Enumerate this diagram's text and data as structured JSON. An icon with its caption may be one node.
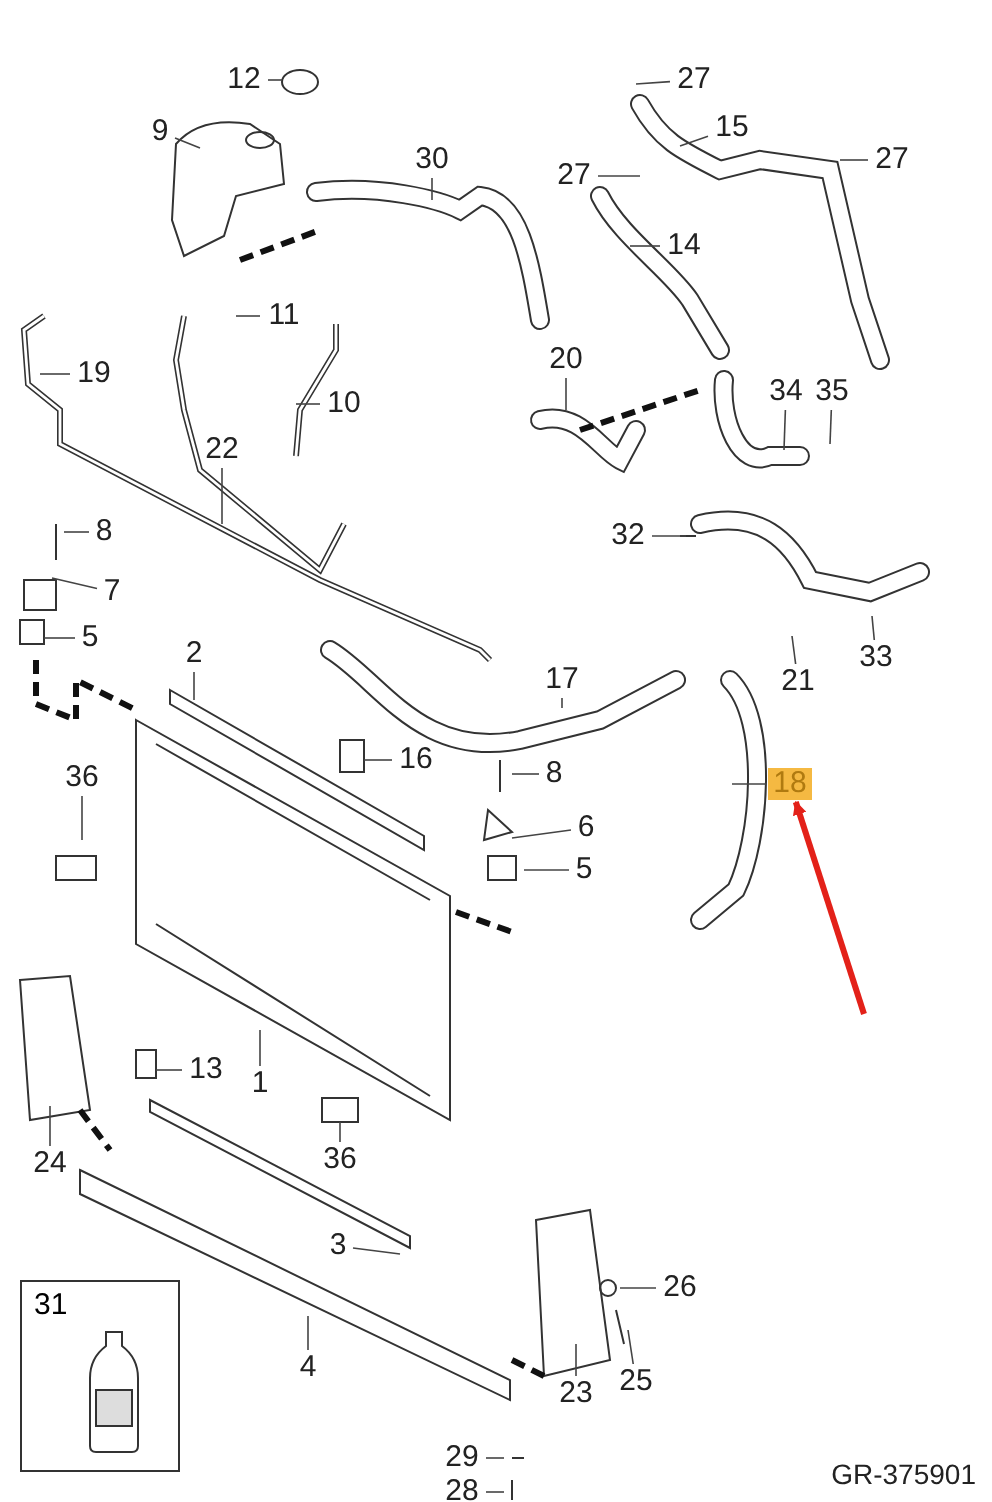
{
  "diagram": {
    "nodes": [
      {
        "text": [
          "12"
        ]
      },
      {
        "text": [
          "27"
        ]
      },
      {
        "text": [
          "9"
        ]
      },
      {
        "text": [
          "30"
        ]
      },
      {
        "text": [
          "15"
        ]
      },
      {
        "text": [
          "27"
        ]
      },
      {
        "text": [
          "27"
        ]
      },
      {
        "text": [
          "14"
        ]
      },
      {
        "text": [
          "11"
        ]
      },
      {
        "text": [
          "19"
        ]
      },
      {
        "text": [
          "20"
        ]
      },
      {
        "text": [
          "34"
        ]
      },
      {
        "text": [
          "35"
        ]
      },
      {
        "text": [
          "10"
        ]
      },
      {
        "text": [
          "22"
        ]
      },
      {
        "text": [
          "8"
        ]
      },
      {
        "text": [
          "32"
        ]
      },
      {
        "text": [
          "7"
        ]
      },
      {
        "text": [
          "5"
        ]
      },
      {
        "text": [
          "33"
        ]
      },
      {
        "text": [
          "2"
        ]
      },
      {
        "text": [
          "17"
        ]
      },
      {
        "text": [
          "21"
        ]
      },
      {
        "text": [
          "16"
        ]
      },
      {
        "text": [
          "36"
        ]
      },
      {
        "text": [
          "8"
        ]
      },
      {
        "text": [
          "18"
        ]
      },
      {
        "text": [
          "6"
        ]
      },
      {
        "text": [
          "5"
        ]
      },
      {
        "text": [
          "1"
        ]
      },
      {
        "text": [
          "13"
        ]
      },
      {
        "text": [
          "24"
        ]
      },
      {
        "text": [
          "36"
        ]
      },
      {
        "text": [
          "3"
        ]
      },
      {
        "text": [
          "31"
        ]
      },
      {
        "text": [
          "26"
        ]
      },
      {
        "text": [
          "4"
        ]
      },
      {
        "text": [
          "23"
        ]
      },
      {
        "text": [
          "25"
        ]
      },
      {
        "text": [
          "29"
        ]
      },
      {
        "text": [
          "28"
        ]
      }
    ],
    "edges": [
      {
        "from": 0,
        "to": null,
        "arrow": "none"
      },
      {
        "from": 1,
        "to": null,
        "arrow": "none"
      },
      {
        "from": 2,
        "to": null,
        "arrow": "none"
      },
      {
        "from": 3,
        "to": null,
        "arrow": "none"
      },
      {
        "from": 4,
        "to": null,
        "arrow": "none"
      },
      {
        "from": 5,
        "to": null,
        "arrow": "none"
      },
      {
        "from": 6,
        "to": null,
        "arrow": "none"
      },
      {
        "from": 7,
        "to": null,
        "arrow": "none"
      },
      {
        "from": 8,
        "to": null,
        "arrow": "none"
      },
      {
        "from": 9,
        "to": null,
        "arrow": "none"
      },
      {
        "from": 10,
        "to": null,
        "arrow": "none"
      },
      {
        "from": 11,
        "to": null,
        "arrow": "none"
      },
      {
        "from": 12,
        "to": null,
        "arrow": "none"
      },
      {
        "from": 13,
        "to": null,
        "arrow": "none"
      },
      {
        "from": 14,
        "to": null,
        "arrow": "none"
      },
      {
        "from": 15,
        "to": null,
        "arrow": "none"
      },
      {
        "from": 16,
        "to": null,
        "arrow": "none"
      },
      {
        "from": 17,
        "to": null,
        "arrow": "none"
      },
      {
        "from": 18,
        "to": null,
        "arrow": "none"
      },
      {
        "from": 19,
        "to": null,
        "arrow": "none"
      },
      {
        "from": 20,
        "to": null,
        "arrow": "none"
      },
      {
        "from": 21,
        "to": null,
        "arrow": "none"
      },
      {
        "from": 22,
        "to": null,
        "arrow": "none"
      },
      {
        "from": 23,
        "to": null,
        "arrow": "none"
      },
      {
        "from": 24,
        "to": null,
        "arrow": "none"
      },
      {
        "from": 25,
        "to": null,
        "arrow": "none"
      },
      {
        "from": 26,
        "to": null,
        "arrow": "none"
      },
      {
        "from": 27,
        "to": null,
        "arrow": "none"
      },
      {
        "from": 28,
        "to": null,
        "arrow": "none"
      },
      {
        "from": 29,
        "to": null,
        "arrow": "none"
      },
      {
        "from": 30,
        "to": null,
        "arrow": "none"
      },
      {
        "from": 31,
        "to": null,
        "arrow": "none"
      },
      {
        "from": 32,
        "to": null,
        "arrow": "none"
      },
      {
        "from": 33,
        "to": null,
        "arrow": "none"
      },
      {
        "from": 35,
        "to": null,
        "arrow": "none"
      },
      {
        "from": 36,
        "to": null,
        "arrow": "none"
      },
      {
        "from": 37,
        "to": null,
        "arrow": "none"
      },
      {
        "from": 38,
        "to": null,
        "arrow": "none"
      },
      {
        "from": 39,
        "to": null,
        "arrow": "none"
      },
      {
        "from": 40,
        "to": null,
        "arrow": "none"
      },
      {
        "from": null,
        "to": 26,
        "arrow": "to",
        "style": "thick",
        "color": "#e32119"
      }
    ],
    "labels": [
      "GR-375901"
    ]
  }
}
